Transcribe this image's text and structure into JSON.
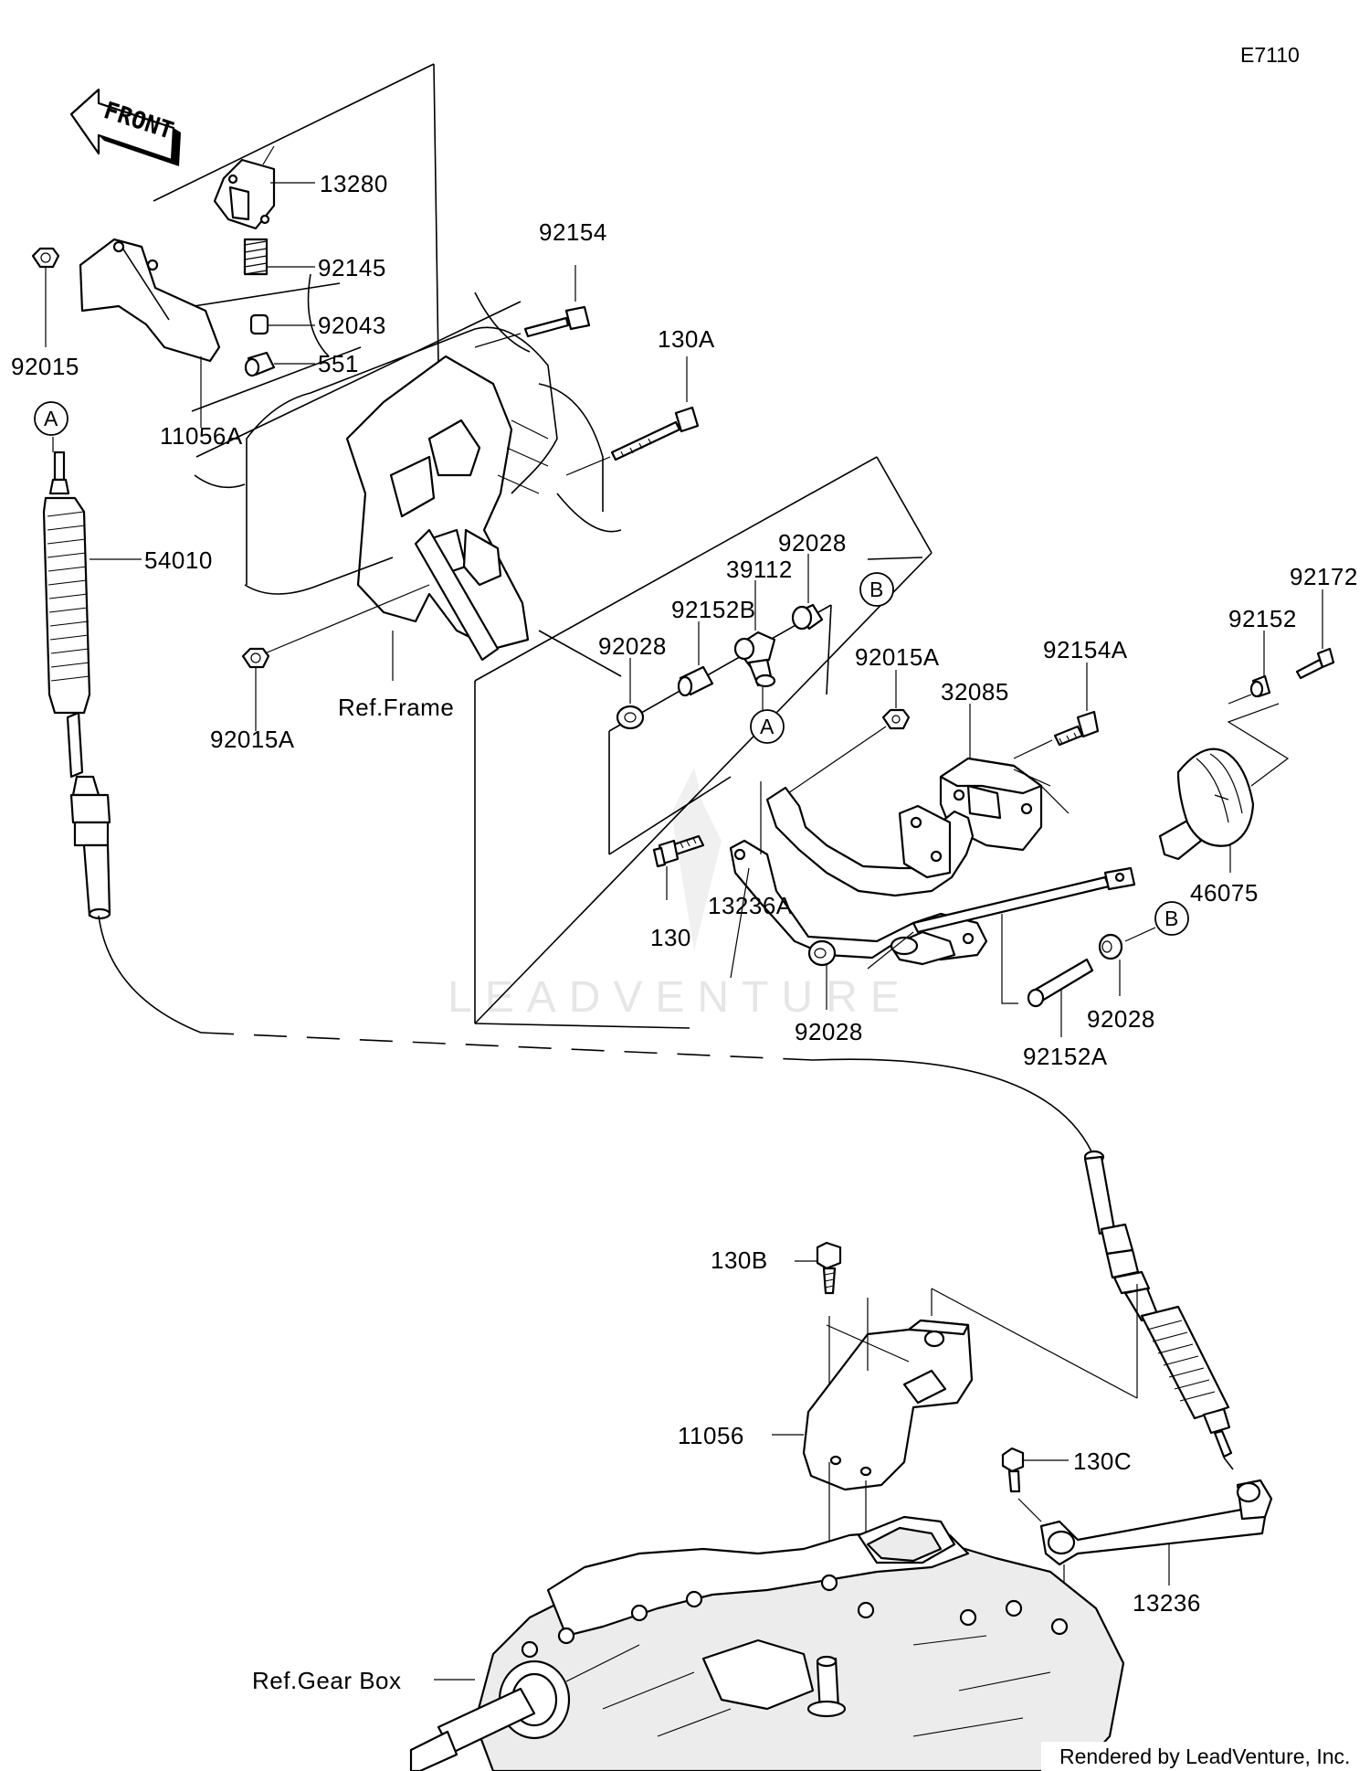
{
  "diagram_code": "E7110",
  "front_arrow": "FRONT",
  "refs": {
    "frame": "Ref.Frame",
    "gear_box": "Ref.Gear Box"
  },
  "callouts": {
    "a": "A",
    "b": "B"
  },
  "parts": {
    "p13280": "13280",
    "p92145": "92145",
    "p92043": "92043",
    "p551": "551",
    "p92015": "92015",
    "p11056A": "11056A",
    "p92154": "92154",
    "p130A": "130A",
    "p54010": "54010",
    "p92015A_left": "92015A",
    "p92028_top": "92028",
    "p39112": "39112",
    "p92152B": "92152B",
    "p92028_left": "92028",
    "p92015A_mid": "92015A",
    "p92154A": "92154A",
    "p32085": "32085",
    "p92152": "92152",
    "p92172": "92172",
    "p46075": "46075",
    "p130": "130",
    "p13236A": "13236A",
    "p92028_bottom": "92028",
    "p92028_right": "92028",
    "p92152A": "92152A",
    "p130B": "130B",
    "p11056": "11056",
    "p130C": "130C",
    "p13236": "13236"
  },
  "watermark": "LEADVENTURE",
  "credit": "Rendered by LeadVenture, Inc."
}
